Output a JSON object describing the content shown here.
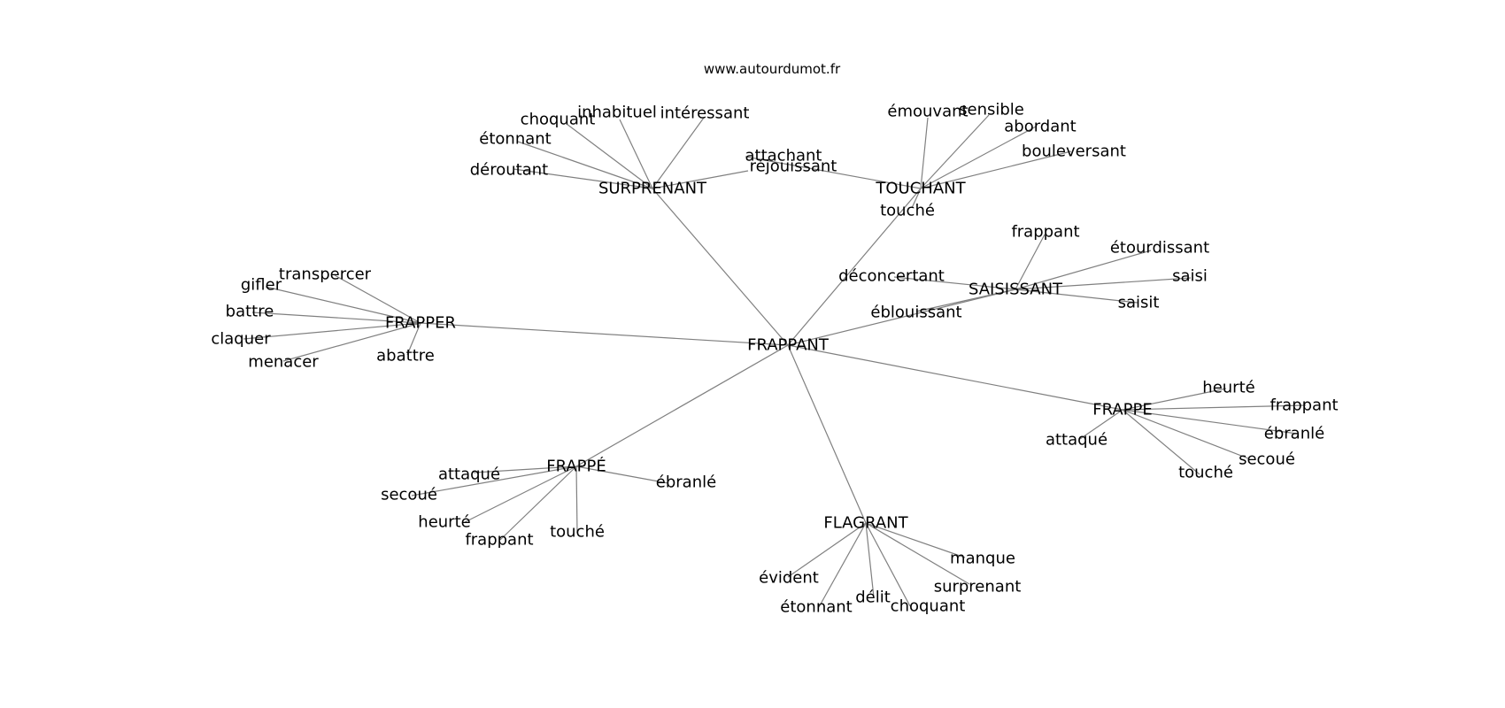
{
  "header": {
    "site": "www.autourdumot.fr"
  },
  "colors": {
    "edge": "#808080",
    "text": "#000000",
    "background": "#ffffff"
  },
  "graph": {
    "root": "FRAPPANT",
    "hubs": [
      {
        "id": "surprenant",
        "label": "SURPRENANT",
        "children": [
          "déroutant",
          "étonnant",
          "choquant",
          "inhabituel",
          "intéressant",
          "réjouissant"
        ]
      },
      {
        "id": "touchant",
        "label": "TOUCHANT",
        "children": [
          "attachant",
          "émouvant",
          "sensible",
          "abordant",
          "bouleversant",
          "touché"
        ]
      },
      {
        "id": "saisissant",
        "label": "SAISISSANT",
        "children": [
          "déconcertant",
          "frappant",
          "étourdissant",
          "saisi",
          "saisit",
          "éblouissant"
        ]
      },
      {
        "id": "frapper",
        "label": "FRAPPER",
        "children": [
          "transpercer",
          "gifler",
          "battre",
          "claquer",
          "menacer",
          "abattre"
        ]
      },
      {
        "id": "frappe",
        "label": "FRAPPE",
        "children": [
          "heurté",
          "frappant",
          "ébranlé",
          "secoué",
          "touché",
          "attaqué"
        ]
      },
      {
        "id": "frappe-accent",
        "label": "FRAPPÉ",
        "children": [
          "attaqué",
          "secoué",
          "heurté",
          "frappant",
          "touché",
          "ébranlé"
        ]
      },
      {
        "id": "flagrant",
        "label": "FLAGRANT",
        "children": [
          "évident",
          "étonnant",
          "délit",
          "choquant",
          "surprenant",
          "manque"
        ]
      }
    ]
  }
}
